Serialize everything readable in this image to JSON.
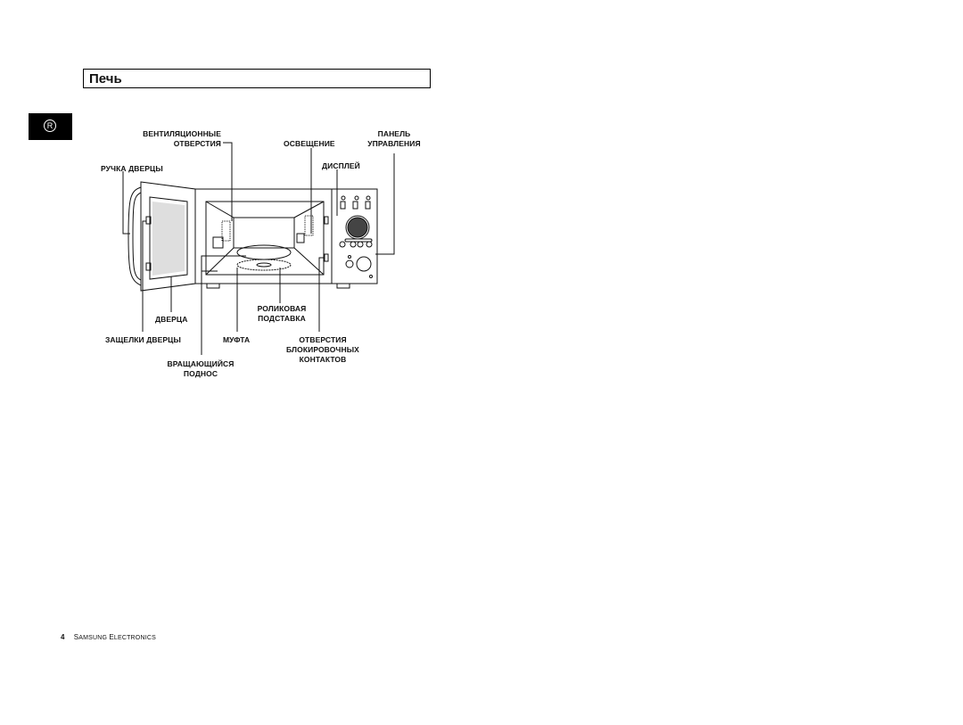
{
  "section_title": "Печь",
  "language_tab": "R",
  "labels": {
    "vent_line1": "ВЕНТИЛЯЦИОННЫЕ",
    "vent_line2": "ОТВЕРСТИЯ",
    "light": "ОСВЕЩЕНИЕ",
    "panel_line1": "ПАНЕЛЬ",
    "panel_line2": "УПРАВЛЕНИЯ",
    "door_handle": "РУЧКА ДВЕРЦЫ",
    "display": "ДИСПЛЕЙ",
    "roller_line1": "РОЛИКОВАЯ",
    "roller_line2": "ПОДСТАВКА",
    "door": "ДВЕРЦА",
    "door_latches": "ЗАЩЕЛКИ ДВЕРЦЫ",
    "coupler": "МУФТА",
    "interlock_line1": "ОТВЕРСТИЯ",
    "interlock_line2": "БЛОКИРОВОЧНЫХ",
    "interlock_line3": "КОНТАКТОВ",
    "tray_line1": "ВРАЩАЮЩИЙСЯ",
    "tray_line2": "ПОДНОС"
  },
  "footer": {
    "page_number": "4",
    "brand_s": "S",
    "brand_amsung": "AMSUNG ",
    "brand_e": "E",
    "brand_lectronics": "LECTRONICS"
  }
}
